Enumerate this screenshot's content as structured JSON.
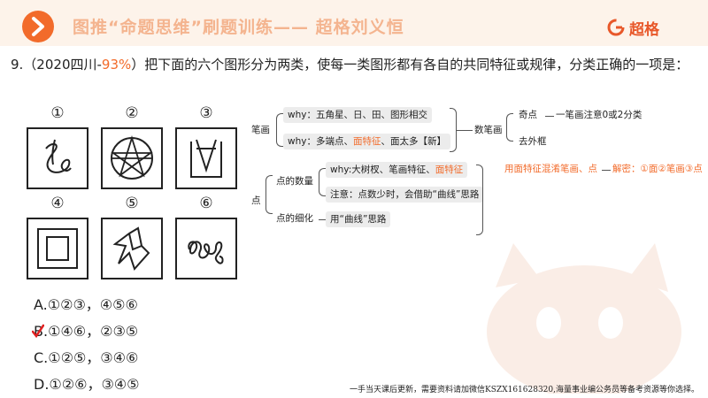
{
  "header": {
    "title": "图推“命题思维”刷题训练—— 超格刘义恒",
    "brand": "超格"
  },
  "question": {
    "number_prefix": "9.（2020四川-",
    "percent": "93%",
    "rest": "）把下面的六个图形分为两类，使每一类图形都有各自的共同特征或规律，分类正确的一项是："
  },
  "figures": {
    "labels": [
      "①",
      "②",
      "③",
      "④",
      "⑤",
      "⑥"
    ]
  },
  "mindmap": {
    "bihua": "笔画",
    "why1": "why：五角星、日、田、图形相交",
    "why2_pre": "why：多端点、",
    "why2_hl": "面特征",
    "why2_post": "、面太多【新】",
    "dian": "点",
    "dian_shuliang": "点的数量",
    "why3_pre": "why:大树杈、笔画特征、",
    "why3_hl": "面特征",
    "note": "注意：点数少时，会借助“曲线”思路",
    "dian_xihua": "点的细化",
    "yong_quxian": "用“曲线”思路",
    "shu_bihua": "数笔画",
    "jidian": "奇点",
    "jidian_note": "一笔画注意0或2分类",
    "qu_waikuang": "去外框",
    "mian_tezheng": "用面特征混淆笔画、点",
    "jiemi": "解密：①面②笔画③点"
  },
  "options": [
    {
      "letter": "A.",
      "text": "①②③，④⑤⑥"
    },
    {
      "letter": "B.",
      "text": "①④⑥，②③⑤"
    },
    {
      "letter": "C.",
      "text": "①②⑤，③④⑥"
    },
    {
      "letter": "D.",
      "text": "①②⑥，③④⑤"
    }
  ],
  "footer": "一手当天课后更新，需要资料请加微信KSZX161628320,海量事业编公务员等备考资源等你选择。",
  "colors": {
    "accent": "#f26b2b",
    "header_bg": "#fdf3ea",
    "check": "#e02020"
  }
}
